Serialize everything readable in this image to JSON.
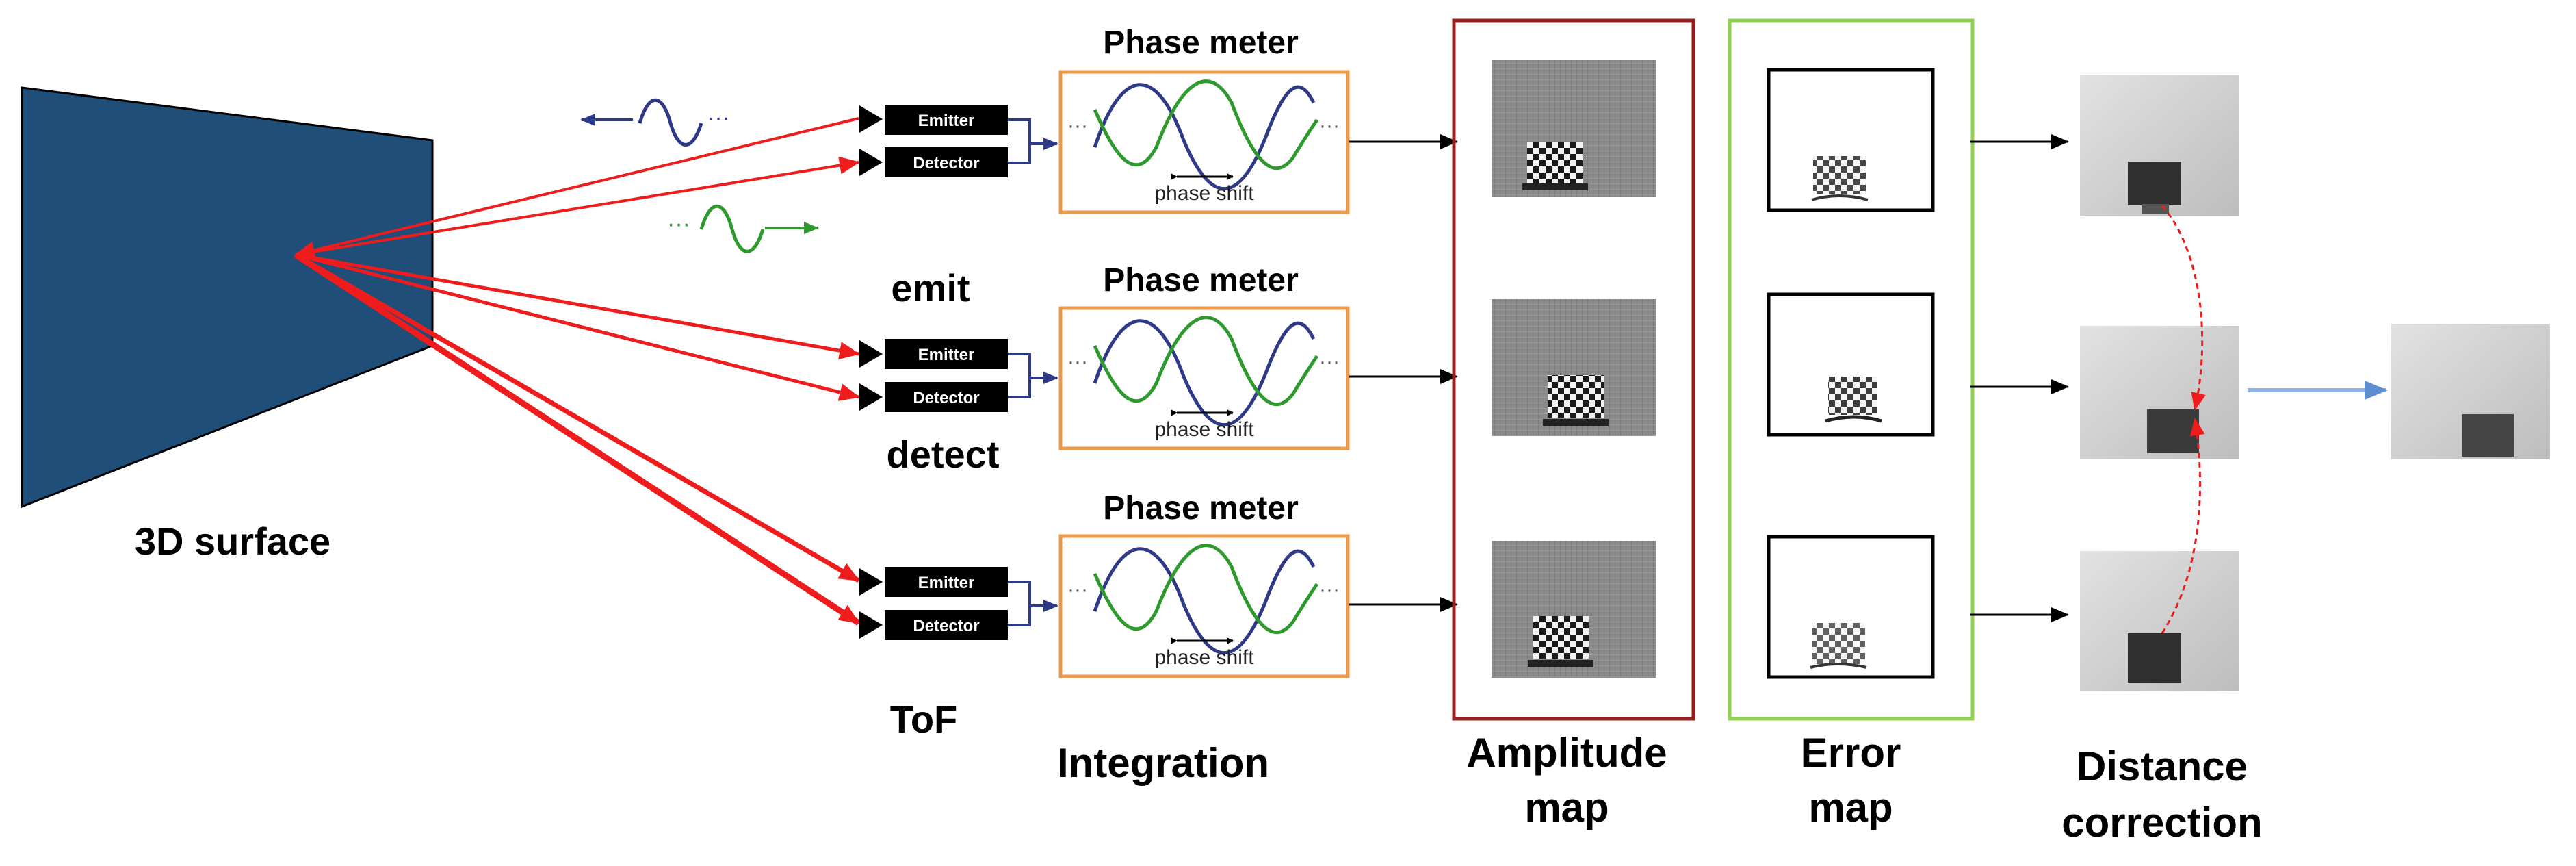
{
  "surface": {
    "label": "3D surface",
    "color": "#1f4e79"
  },
  "signals": {
    "emitted_dots": "···",
    "returned_dots": "···",
    "emit_label": "emit",
    "detect_label": "detect",
    "tof_label": "ToF"
  },
  "channels": [
    {
      "emitter_label": "Emitter",
      "detector_label": "Detector",
      "meter_title": "Phase meter",
      "phase_label": "phase shift"
    },
    {
      "emitter_label": "Emitter",
      "detector_label": "Detector",
      "meter_title": "Phase meter",
      "phase_label": "phase shift"
    },
    {
      "emitter_label": "Emitter",
      "detector_label": "Detector",
      "meter_title": "Phase meter",
      "phase_label": "phase shift"
    }
  ],
  "meter_dots": "···",
  "stages": {
    "integration": "Integration",
    "amplitude_line1": "Amplitude",
    "amplitude_line2": "map",
    "error_line1": "Error",
    "error_line2": "map",
    "distance_line1": "Distance",
    "distance_line2": "correction"
  },
  "colors": {
    "beam": "#ee1c1c",
    "emitted_wave": "#2e3a87",
    "returned_wave": "#2e9a2e",
    "meter_border": "#ed9b4a",
    "amplitude_border": "#9b1c1c",
    "error_border": "#8fd14f",
    "correction_arrow": "#8fb4e0"
  }
}
